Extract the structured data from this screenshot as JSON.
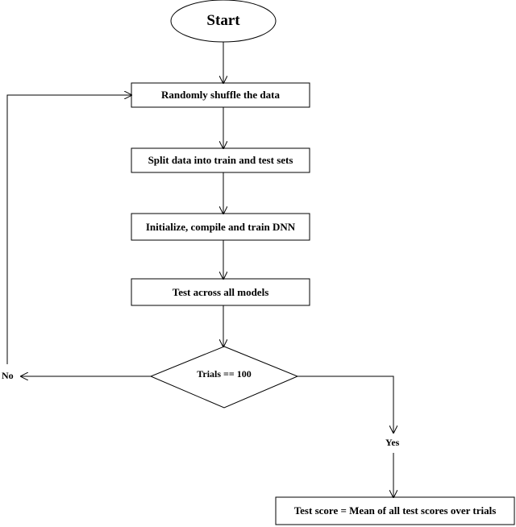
{
  "flowchart": {
    "start": "Start",
    "steps": [
      "Randomly shuffle the data",
      "Split data into train and test sets",
      "Initialize, compile and train DNN",
      "Test across all models"
    ],
    "decision": "Trials == 100",
    "branch_no": "No",
    "branch_yes": "Yes",
    "end": "Test score = Mean of all test scores over trials"
  },
  "colors": {
    "stroke": "#000000",
    "background": "#ffffff"
  }
}
